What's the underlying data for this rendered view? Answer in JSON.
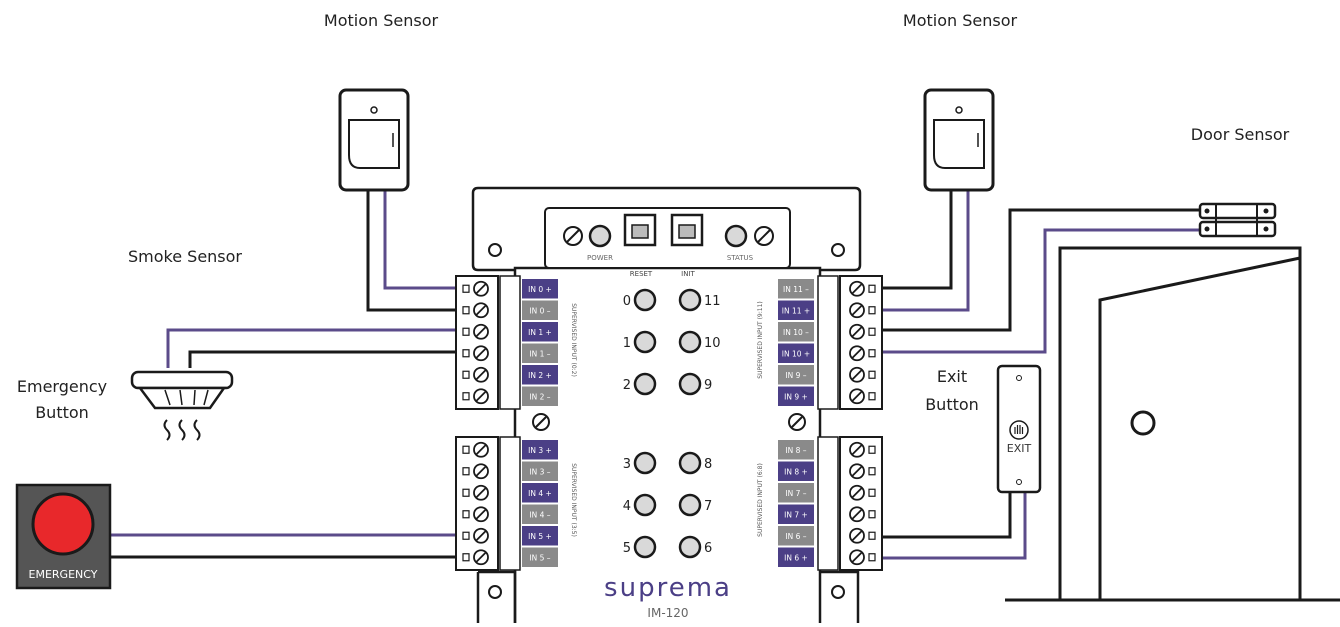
{
  "labels": {
    "motion_sensor_left": "Motion Sensor",
    "motion_sensor_right": "Motion Sensor",
    "door_sensor": "Door Sensor",
    "smoke_sensor": "Smoke Sensor",
    "emergency_button_line1": "Emergency",
    "emergency_button_line2": "Button",
    "exit_button_line1": "Exit",
    "exit_button_line2": "Button",
    "emergency_box_text": "EMERGENCY",
    "exit_plate_text": "EXIT"
  },
  "module": {
    "brand": "suprema",
    "model": "IM-120",
    "power": "POWER",
    "status": "STATUS",
    "reset": "RESET",
    "init": "INIT",
    "group_0_2": "SUPERVISED INPUT (0:2)",
    "group_3_5": "SUPERVISED INPUT (3:5)",
    "group_9_11": "SUPERVISED INPUT (9:11)",
    "group_6_8": "SUPERVISED INPUT (6:8)",
    "left_top_terminals": [
      "IN 0 +",
      "IN 0 –",
      "IN 1 +",
      "IN 1 –",
      "IN 2 +",
      "IN 2 –"
    ],
    "left_bottom_terminals": [
      "IN 3 +",
      "IN 3 –",
      "IN 4 +",
      "IN 4 –",
      "IN 5 +",
      "IN 5 –"
    ],
    "right_top_terminals": [
      "IN 11 –",
      "IN 11 +",
      "IN 10 –",
      "IN 10 +",
      "IN 9 –",
      "IN 9 +"
    ],
    "right_bottom_terminals": [
      "IN 8 –",
      "IN 8 +",
      "IN 7 –",
      "IN 7 +",
      "IN 6 –",
      "IN 6 +"
    ],
    "led_left": [
      "0",
      "1",
      "2",
      "3",
      "4",
      "5"
    ],
    "led_right": [
      "11",
      "10",
      "9",
      "8",
      "7",
      "6"
    ]
  },
  "colors": {
    "wire_purple": "#5b4b8a",
    "wire_black": "#1a1a1a",
    "terminal_purple": "#4b3f86",
    "terminal_gray": "#8a8a8a",
    "emergency_red": "#e8282b",
    "emergency_box": "#555555"
  }
}
